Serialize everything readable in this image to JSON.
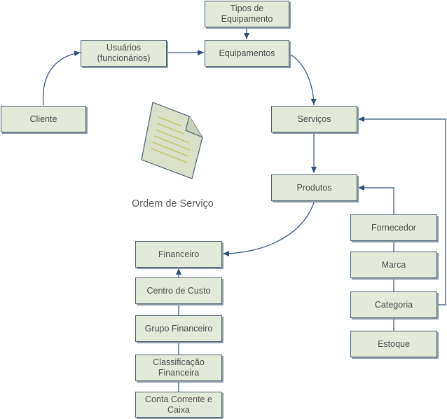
{
  "nodes": {
    "tipos_equipamento": "Tipos de Equipamento",
    "usuarios": "Usuários (funcionários)",
    "equipamentos": "Equipamentos",
    "cliente": "Cliente",
    "servicos": "Serviços",
    "produtos": "Produtos",
    "fornecedor": "Fornecedor",
    "marca": "Marca",
    "categoria": "Categoria",
    "estoque": "Estoque",
    "financeiro": "Financeiro",
    "centro_custo": "Centro de Custo",
    "grupo_financeiro": "Grupo Financeiro",
    "classificacao_financeira": "Classificação Financeira",
    "conta_corrente": "Conta Corrente e Caixa"
  },
  "document": {
    "caption": "Ordem de Serviço",
    "icon": "document-icon"
  },
  "colors": {
    "node_fill": "#e4ead9",
    "node_border": "#4b5f73",
    "connector": "#2f4f7a",
    "text": "#4d4d4d",
    "document_fill": "#d7ddc7",
    "document_lines": "#c7c95a"
  }
}
